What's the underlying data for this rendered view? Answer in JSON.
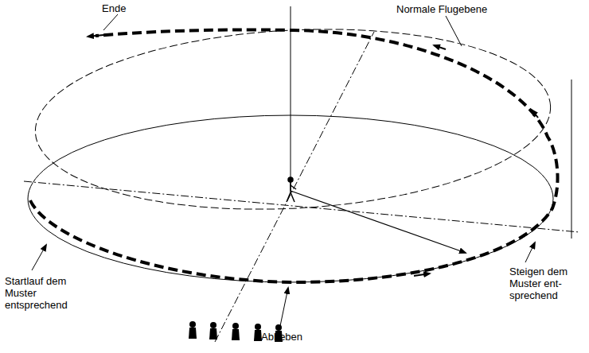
{
  "diagram": {
    "labels": [
      "Ende",
      "Normale Flugebene",
      "Startlauf dem Muster entsprechend",
      "Abheben",
      "Steigen dem Muster ent- sprechend"
    ]
  }
}
